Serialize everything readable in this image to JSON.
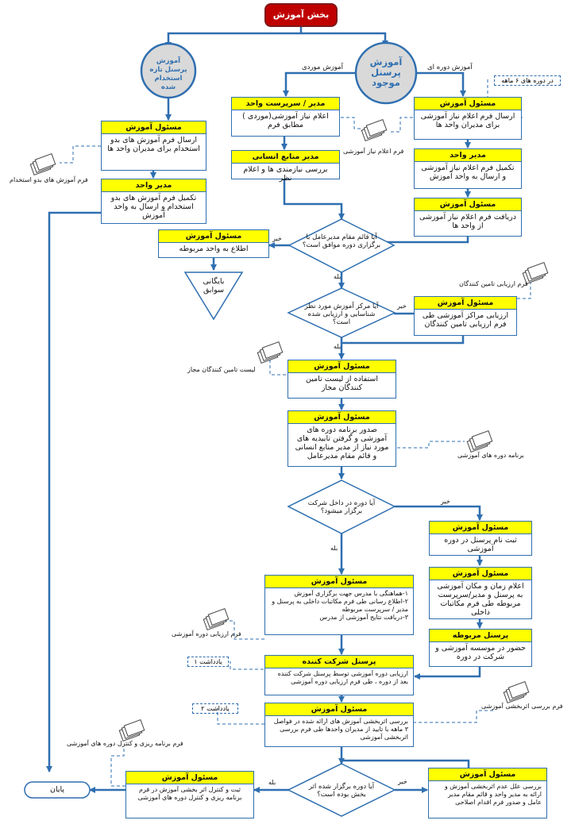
{
  "start": "بخش آموزش",
  "circle_new": "آموزش پرسنل تازه استخدام شده",
  "circle_existing": "آموزش پرسنل موجود",
  "lbl_periodic": "آموزش دوره ای",
  "lbl_case": "آموزش موردی",
  "note_6month": "در دوره های ۶ ماهه",
  "b1": {
    "hd": "مسئول آموزش",
    "bd": "ارسال فرم اعلام نیاز آموزشی برای مدیران واحد ها"
  },
  "b2": {
    "hd": "مدیر واحد",
    "bd": "تکمیل فرم اعلام نیاز آموزشی و ارسال به واحد آموزش"
  },
  "b3": {
    "hd": "مسئول آموزش",
    "bd": "دریافت فرم اعلام نیاز آموزشی از واحد ها"
  },
  "b4": {
    "hd": "مدیر / سرپرست واحد",
    "bd": "اعلام نیاز آموزشی(موردی ) مطابق فرم"
  },
  "b5": {
    "hd": "مدیر منابع انسانی",
    "bd": "بررسی نیازمندی ها و اعلام نظر"
  },
  "doc_need_form": "فرم اعلام نیاز آموزشی",
  "b6": {
    "hd": "مسئول آموزش",
    "bd": "ارسال فرم آموزش های بدو استخدام برای مدیران واحد ها"
  },
  "b7": {
    "hd": "مدیر واحد",
    "bd": "تکمیل فرم آموزش های بدو استخدام و ارسال به واحد آموزش"
  },
  "doc_hire_forms": "فرم آموزش های بدو استخدام",
  "d1": "آیا قائم مقام مدیرعامل با برگزاری دوره موافق است؟",
  "yes": "بله",
  "no": "خیر",
  "b8": {
    "hd": "مسئول آموزش",
    "bd": "اطلاع به واحد مربوطه"
  },
  "archive": "بایگانی سوابق",
  "d2": "آیا مرکز آموزش مورد نظر شناسایی و ارزیابی شده است؟",
  "b9": {
    "hd": "مسئول آموزش",
    "bd": "ارزیابی مراکز آموزشی طی فرم ارزیابی تامین کنندگان"
  },
  "doc_supplier_eval": "فرم ارزیابی تامین کنندگان",
  "b10": {
    "hd": "مسئول آموزش",
    "bd": "استفاده از لیست تامین کنندگان مجاز"
  },
  "doc_supplier_list": "لیست تامین کنندگان مجاز",
  "b11": {
    "hd": "مسئول آموزش",
    "bd": "صدور برنامه دوره های آموزشی و گرفتن تاییدیه های مورد نیاز از مدیر منابع انسانی و قائم مقام مدیرعامل"
  },
  "doc_program": "برنامه دوره های آموزشی",
  "d3": "آیا دوره در داخل شرکت برگزار میشود؟",
  "b12": {
    "hd": "مسئول آموزش",
    "bd": "ثبت نام پرسنل در دوره آموزشی"
  },
  "b13": {
    "hd": "مسئول آموزش",
    "bd": "اعلام زمان و مکان آموزشی به پرسنل و مدیر/سرپرست مربوطه طی فرم مکاتبات داخلی"
  },
  "b14": {
    "hd": "پرسنل مربوطه",
    "bd": "حضور در موسسه آموزشی و شرکت در دوره"
  },
  "b15": {
    "hd": "مسئول آموزش",
    "bd1": "۱-هماهنگی با مدرس جهت برگزاری آموزش",
    "bd2": "۲-اطلاع رسانی طی فرم مکاتبات داخلی به پرسنل و مدیر / سرپرست مربوطه",
    "bd3": "۳-دریافت نتایج آموزشی از مدرس"
  },
  "doc_course_eval": "فرم ارزیابی دوره آموزشی",
  "note1": "یادداشت ۱",
  "b16": {
    "hd": "پرسنل شرکت کننده",
    "bd": "ارزیابی دوره آموزشی توسط پرسنل شرکت کننده بعد از دوره ، طی فرم ارزیابی دوره آموزشی"
  },
  "note2": "یادداشت ۲",
  "doc_effect_form": "فرم بررسی اثربخشی آموزشی",
  "b17": {
    "hd": "مسئول آموزش",
    "bd": "بررسی اثربخشی آموزش های ارائه شده در فواصل ۳ ماهه با تایید از مدیران واحدها طی فرم بررسی اثربخشی آموزشی"
  },
  "doc_plan_control": "فرم برنامه ریزی و کنترل دوره های آموزشی",
  "d4": "آیا دوره برگزار شده اثر بخش بوده است؟",
  "b18": {
    "hd": "مسئول آموزش",
    "bd": "بررسی علل عدم اثربخشی آموزش و ارائه به مدیر واحد و قائم مقام مدیر عامل و صدور فرم اقدام اصلاحی"
  },
  "b19": {
    "hd": "مسئول آموزش",
    "bd": "ثبت و کنترل اثر بخشی آموزش در فرم برنامه ریزی و کنترل دوره های آموزشی"
  },
  "end": "پایان",
  "colors": {
    "flow": "#2f6fb0",
    "header": "#ffff00",
    "start_fill": "#c00000",
    "circle_fill": "#d9d9d9"
  }
}
